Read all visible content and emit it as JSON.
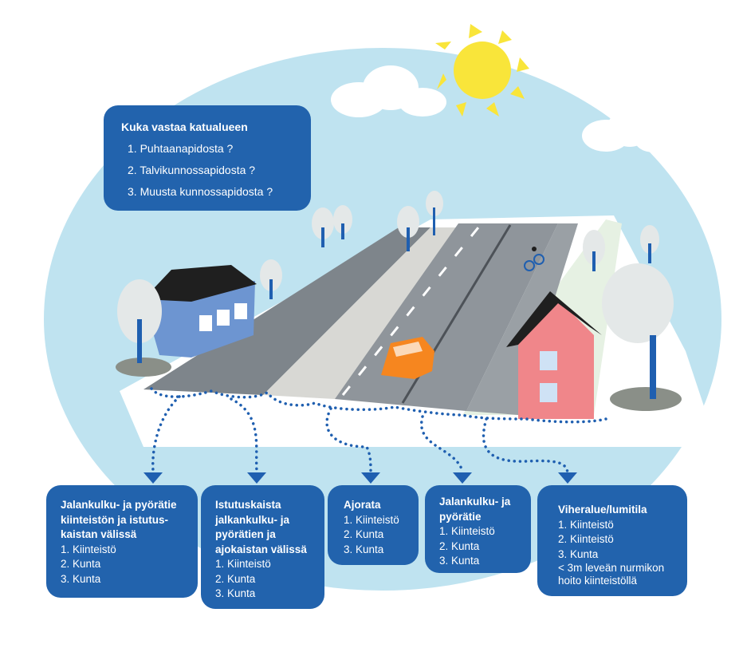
{
  "question": {
    "title": "Kuka vastaa katualueen",
    "items": [
      "1. Puhtaanapidosta ?",
      "2. Talvikunnossapidosta ?",
      "3. Muusta kunnossapidosta ?"
    ]
  },
  "zones": [
    {
      "title": "Jalankulku- ja pyörätie kiinteistön ja istutus-kaistan välissä",
      "items": [
        "1. Kiinteistö",
        "2. Kunta",
        "3. Kunta"
      ]
    },
    {
      "title": "Istutuskaista jalkankulku- ja pyörätien ja ajokaistan välissä",
      "items": [
        "1. Kiinteistö",
        "2. Kunta",
        "3. Kunta"
      ]
    },
    {
      "title": "Ajorata",
      "items": [
        "1. Kiinteistö",
        "2. Kunta",
        "3. Kunta"
      ]
    },
    {
      "title": "Jalankulku- ja pyörätie",
      "items": [
        "1. Kiinteistö",
        "2. Kunta",
        "3. Kunta"
      ]
    },
    {
      "title": "Viheralue/lumitila",
      "items": [
        "1. Kiinteistö",
        "2. Kiinteistö",
        "3. Kunta"
      ],
      "note": "< 3m leveän nurmikon hoito kiinteistöllä"
    }
  ],
  "colors": {
    "box": "#2263ad",
    "sky": "#bfe3f0",
    "sun": "#f9e53a",
    "road": "#8f959b",
    "car": "#f6861f",
    "house_left": "#6d95d1",
    "house_right": "#f0868a"
  }
}
